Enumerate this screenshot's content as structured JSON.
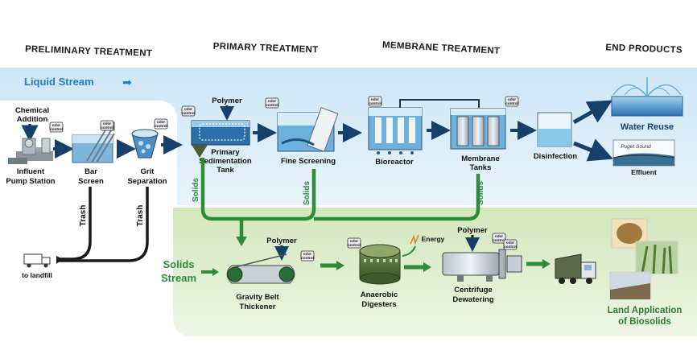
{
  "headers": {
    "preliminary": "PRELIMINARY TREATMENT",
    "primary": "PRIMARY TREATMENT",
    "membrane": "MEMBRANE TREATMENT",
    "end": "END PRODUCTS"
  },
  "streams": {
    "liquid": "Liquid Stream",
    "liquid_arrow": "➡",
    "solids_line1": "Solids",
    "solids_line2": "Stream"
  },
  "preliminary": {
    "chemical_line1": "Chemical",
    "chemical_line2": "Addition",
    "influent_line1": "Influent",
    "influent_line2": "Pump Station",
    "bar_line1": "Bar",
    "bar_line2": "Screen",
    "grit_line1": "Grit",
    "grit_line2": "Separation",
    "trash": "Trash",
    "landfill": "to landfill"
  },
  "primary": {
    "polymer": "Polymer",
    "sed_line1": "Primary",
    "sed_line2": "Sedimentation",
    "sed_line3": "Tank",
    "fine_screening": "Fine Screening",
    "solids": "Solids"
  },
  "membrane": {
    "bioreactor": "Bioreactor",
    "tanks_line1": "Membrane",
    "tanks_line2": "Tanks",
    "disinfection": "Disinfection"
  },
  "end_products": {
    "water_reuse": "Water Reuse",
    "effluent": "Effluent",
    "puget_sound": "Puget Sound",
    "land_line1": "Land Application",
    "land_line2": "of Biosolids"
  },
  "solids_process": {
    "polymer": "Polymer",
    "gbt_line1": "Gravity Belt",
    "gbt_line2": "Thickener",
    "digesters_line1": "Anaerobic",
    "digesters_line2": "Digesters",
    "energy": "Energy",
    "centrifuge_line1": "Centrifuge",
    "centrifuge_line2": "Dewatering"
  },
  "odor_control": {
    "line1": "odor",
    "line2": "control"
  },
  "colors": {
    "liquid_band": "#d6ebf7",
    "liquid_text": "#1f7fc9",
    "solids_band": "#dcebc9",
    "solids_green": "#2e8b3a",
    "arrow_navy": "#16406b"
  }
}
